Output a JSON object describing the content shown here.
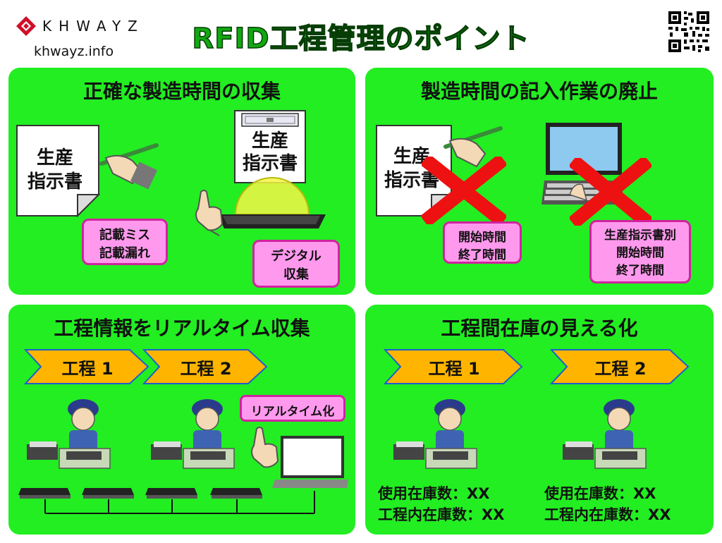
{
  "header": {
    "logo_text": "KHWAYZ",
    "site_url": "khwayz.info",
    "title": "RFID工程管理のポイント"
  },
  "panels": {
    "accurate": {
      "title": "正確な製造時間の収集",
      "doc_line1": "生産",
      "doc_line2": "指示書",
      "tag_doc_line1": "生産",
      "tag_doc_line2": "指示書",
      "error_line1": "記載ミス",
      "error_line2": "記載漏れ",
      "digital_line1": "デジタル",
      "digital_line2": "収集"
    },
    "abolish": {
      "title": "製造時間の記入作業の廃止",
      "doc_line1": "生産",
      "doc_line2": "指示書",
      "callout1_line1": "開始時間",
      "callout1_line2": "終了時間",
      "callout2_line1": "生産指示書別",
      "callout2_line2": "開始時間",
      "callout2_line3": "終了時間"
    },
    "realtime": {
      "title": "工程情報をリアルタイム収集",
      "step1": "工程 1",
      "step2": "工程 2",
      "realtime_label": "リアルタイム化"
    },
    "inventory": {
      "title": "工程間在庫の見える化",
      "step1": "工程 1",
      "step2": "工程 2",
      "stock1_used": "使用在庫数：XX",
      "stock1_inproc": "工程内在庫数：XX",
      "stock2_used": "使用在庫数：XX",
      "stock2_inproc": "工程内在庫数：XX"
    }
  },
  "colors": {
    "panel_green": "#22ee22",
    "title_green": "#12a812",
    "callout_pink": "#ff99ee",
    "arrow_orange": "#ffb400",
    "cross_red": "#ee1111"
  }
}
